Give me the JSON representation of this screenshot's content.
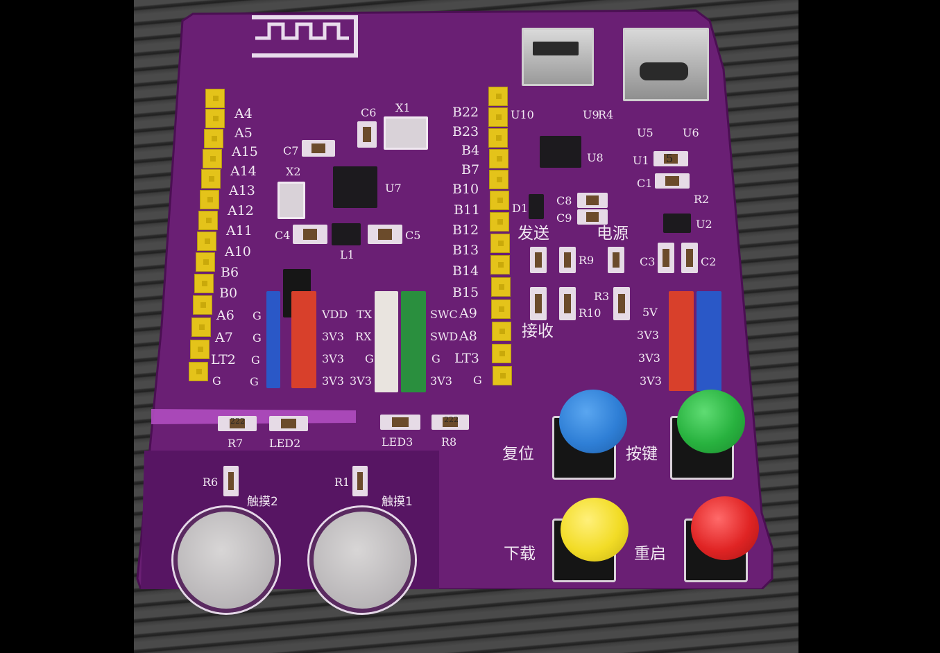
{
  "scene": {
    "description_colors": {
      "board": "#6a1f74",
      "board_dark": "#4f1358",
      "pin_yellow": "#e4c31a",
      "silk": "#f1e8f2"
    }
  },
  "left_header_labels": [
    "A4",
    "A5",
    "A15",
    "A14",
    "A13",
    "A12",
    "A11",
    "A10",
    "B6",
    "B0",
    "A6",
    "A7",
    "LT2",
    "G"
  ],
  "right_header_labels": [
    "B22",
    "B23",
    "B4",
    "B7",
    "B10",
    "B11",
    "B12",
    "B13",
    "B14",
    "B15",
    "A9",
    "A8",
    "LT3",
    "G"
  ],
  "components": {
    "c6": "C6",
    "x1": "X1",
    "c7": "C7",
    "x2": "X2",
    "u7": "U7",
    "c4": "C4",
    "l1": "L1",
    "c5": "C5",
    "u10": "U10",
    "u9": "U9",
    "r4": "R4",
    "u8": "U8",
    "d1": "D1",
    "c8": "C8",
    "c9": "C9",
    "u5": "U5",
    "u6": "U6",
    "u1": "U1",
    "c1": "C1",
    "r2": "R2",
    "u2": "U2",
    "c3": "C3",
    "c2": "C2",
    "r9": "R9",
    "r3": "R3",
    "r10": "R10",
    "r7": "R7",
    "led2": "LED2",
    "led3": "LED3",
    "r8": "R8",
    "r6": "R6",
    "r1": "R1",
    "smd_code": "222",
    "u1_code": "5"
  },
  "power_labels": {
    "vdd": "VDD",
    "tx": "TX",
    "rx": "RX",
    "swc": "SWC",
    "swd": "SWD",
    "v33a": "3V3",
    "v33b": "3V3",
    "v33c": "3V3",
    "v33d": "3V3",
    "v33e": "3V3",
    "v5": "5V",
    "v33f": "3V3",
    "v33g": "3V3",
    "v33h": "3V3",
    "g": "G"
  },
  "chinese_labels": {
    "send": "发送",
    "power": "电源",
    "receive": "接收",
    "reset": "复位",
    "key": "按键",
    "download": "下载",
    "restart": "重启",
    "touch2": "触摸2",
    "touch1": "触摸1"
  },
  "buttons": [
    {
      "label_key": "reset",
      "color": "#2f7fd6"
    },
    {
      "label_key": "key",
      "color": "#28b23f"
    },
    {
      "label_key": "download",
      "color": "#f2dc26"
    },
    {
      "label_key": "restart",
      "color": "#e02424"
    }
  ]
}
